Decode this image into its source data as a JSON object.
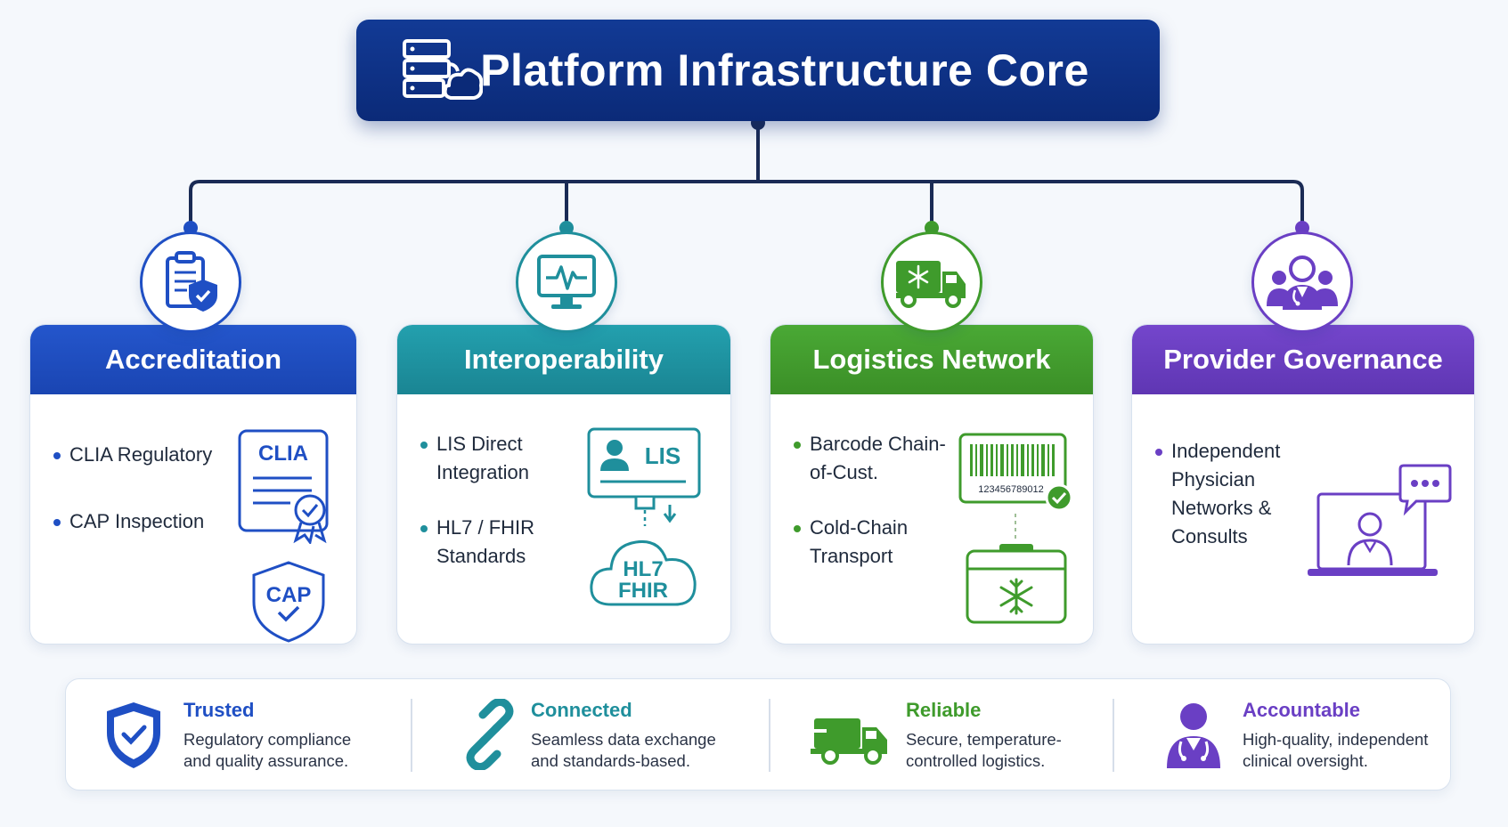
{
  "title": "Platform Infrastructure Core",
  "cards": [
    {
      "title": "Accreditation",
      "color": "#1f4fc4",
      "icon": "clipboard-shield-icon",
      "bullets": [
        "CLIA Regulatory",
        "CAP Inspection"
      ],
      "illustration": {
        "certificate_label": "CLIA",
        "shield_label": "CAP"
      }
    },
    {
      "title": "Interoperability",
      "color": "#1f8f9c",
      "icon": "monitor-heartbeat-icon",
      "bullets": [
        "LIS Direct Integration",
        "HL7 / FHIR Standards"
      ],
      "illustration": {
        "screen_label": "LIS",
        "cloud_line1": "HL7",
        "cloud_line2": "FHIR"
      }
    },
    {
      "title": "Logistics Network",
      "color": "#3f9b2c",
      "icon": "refrigerated-truck-icon",
      "bullets": [
        "Barcode Chain-of-Cust.",
        "Cold-Chain Transport"
      ],
      "illustration": {
        "barcode_number": "123456789012"
      }
    },
    {
      "title": "Provider Governance",
      "color": "#6a3fc4",
      "icon": "physician-group-icon",
      "bullets": [
        "Independent Physician Networks & Consults"
      ]
    }
  ],
  "footer": [
    {
      "title": "Trusted",
      "desc": "Regulatory compliance and quality assurance.",
      "color": "#1f4fc4",
      "icon": "shield-check-icon"
    },
    {
      "title": "Connected",
      "desc": "Seamless data exchange and standards-based.",
      "color": "#1f8f9c",
      "icon": "link-icon"
    },
    {
      "title": "Reliable",
      "desc": "Secure, temperature-controlled logistics.",
      "color": "#3f9b2c",
      "icon": "truck-icon"
    },
    {
      "title": "Accountable",
      "desc": "High-quality, independent clinical oversight.",
      "color": "#6a3fc4",
      "icon": "doctor-icon"
    }
  ]
}
